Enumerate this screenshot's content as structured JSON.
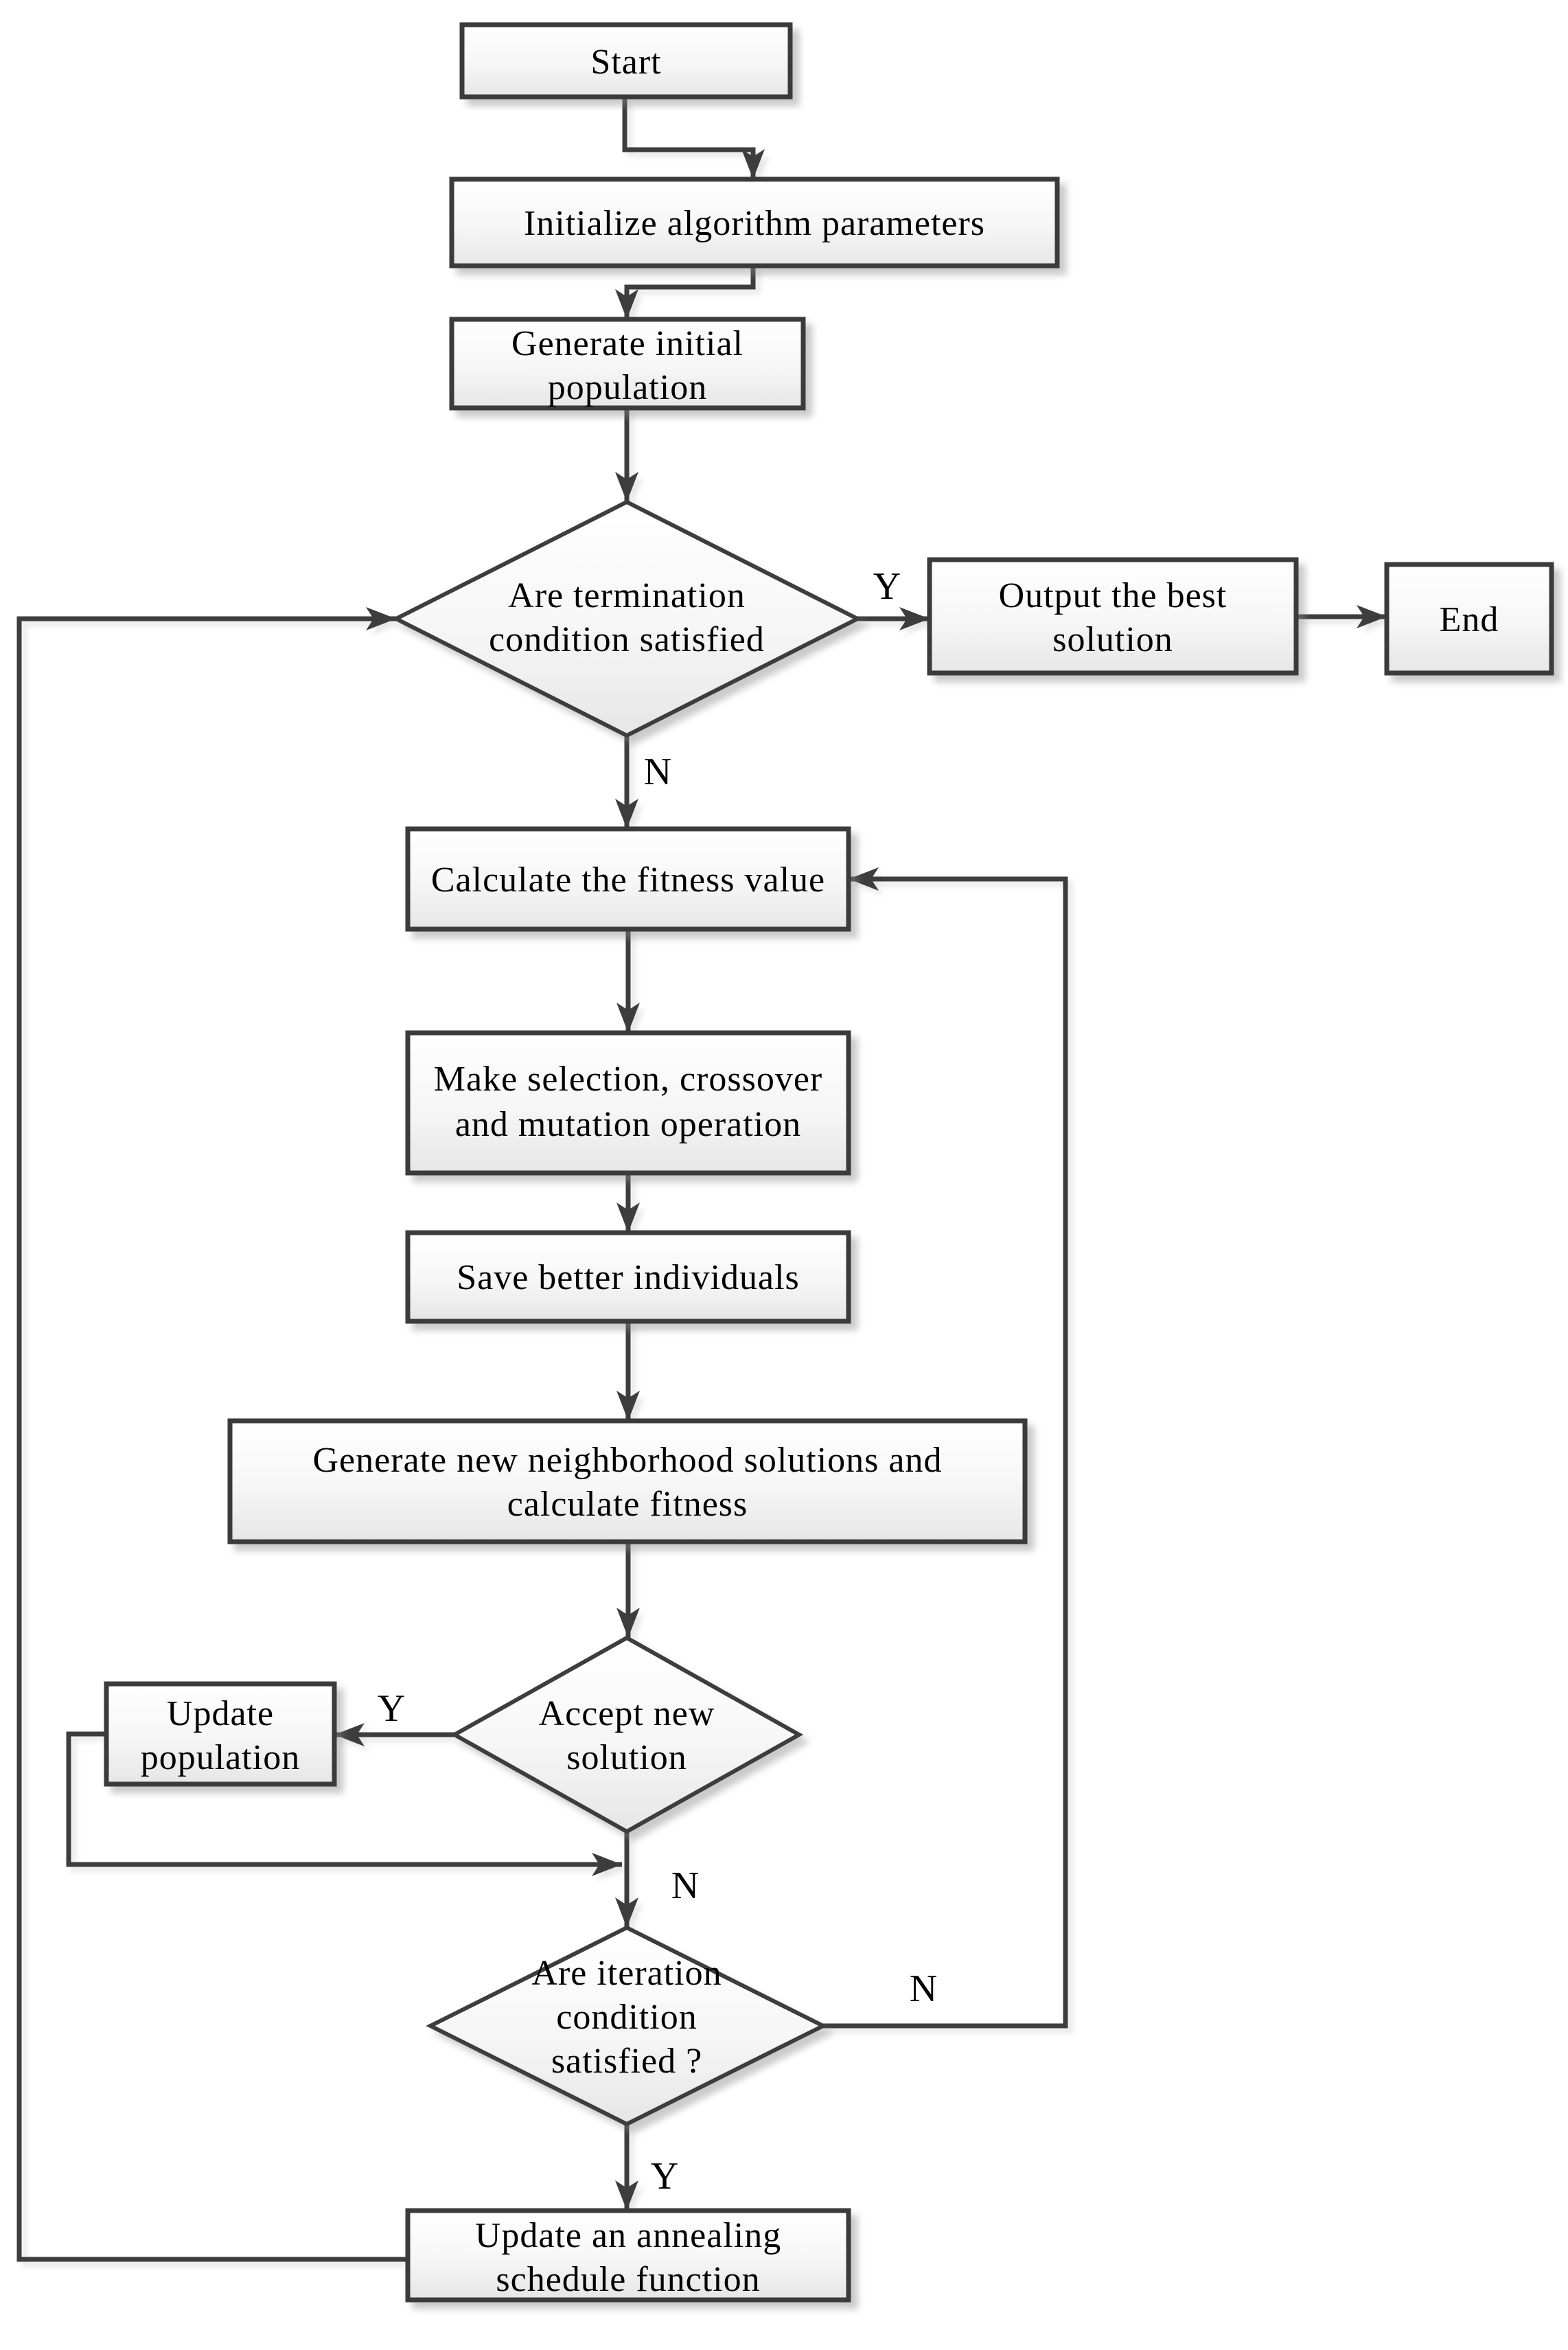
{
  "theme": {
    "line_color": "#3d3d3d",
    "border_color": "#3a3a3a",
    "box_fill_top": "#ffffff",
    "box_fill_bottom": "#e6e6e6",
    "text_color": "#000000",
    "shadow_color": "#8a8a8a",
    "background": "#ffffff"
  },
  "nodes": {
    "start": {
      "label": "Start"
    },
    "init_params": {
      "label": "Initialize algorithm parameters"
    },
    "generate_population": {
      "line1": "Generate initial",
      "line2": "population"
    },
    "termination_check": {
      "line1": "Are termination",
      "line2": "condition satisfied"
    },
    "output_best": {
      "line1": "Output the best",
      "line2": "solution"
    },
    "end": {
      "label": "End"
    },
    "calc_fitness": {
      "label": "Calculate the fitness value"
    },
    "genetic_operations": {
      "line1": "Make selection, crossover",
      "line2": "and mutation operation"
    },
    "save_individuals": {
      "label": "Save better individuals"
    },
    "generate_neighborhood": {
      "line1": "Generate new neighborhood solutions and",
      "line2": "calculate fitness"
    },
    "accept_solution": {
      "line1": "Accept new",
      "line2": "solution"
    },
    "update_population": {
      "line1": "Update",
      "line2": "population"
    },
    "iteration_check": {
      "line1": "Are iteration",
      "line2": "condition",
      "line3": "satisfied ?"
    },
    "update_annealing": {
      "line1": "Update an annealing",
      "line2": "schedule function"
    }
  },
  "edge_labels": {
    "termination_yes": "Y",
    "termination_no": "N",
    "accept_yes": "Y",
    "accept_no": "N",
    "iteration_no": "N",
    "iteration_yes": "Y"
  }
}
